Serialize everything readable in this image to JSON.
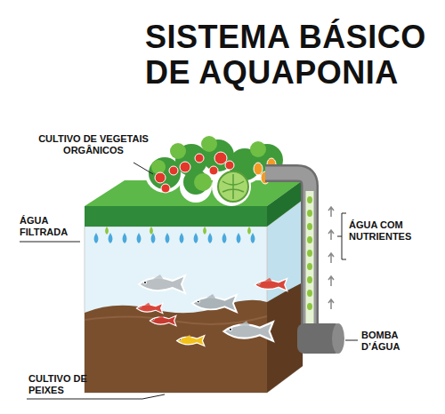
{
  "diagram": {
    "title": "SISTEMA BÁSICO DE AQUAPONIA",
    "labels": [
      "CULTIVO DE VEGETAIS ORGÂNICOS",
      "ÁGUA FILTRADA",
      "ÁGUA COM NUTRIENTES",
      "BOMBA D’ÁGUA",
      "CULTIVO DE PEIXES"
    ]
  }
}
